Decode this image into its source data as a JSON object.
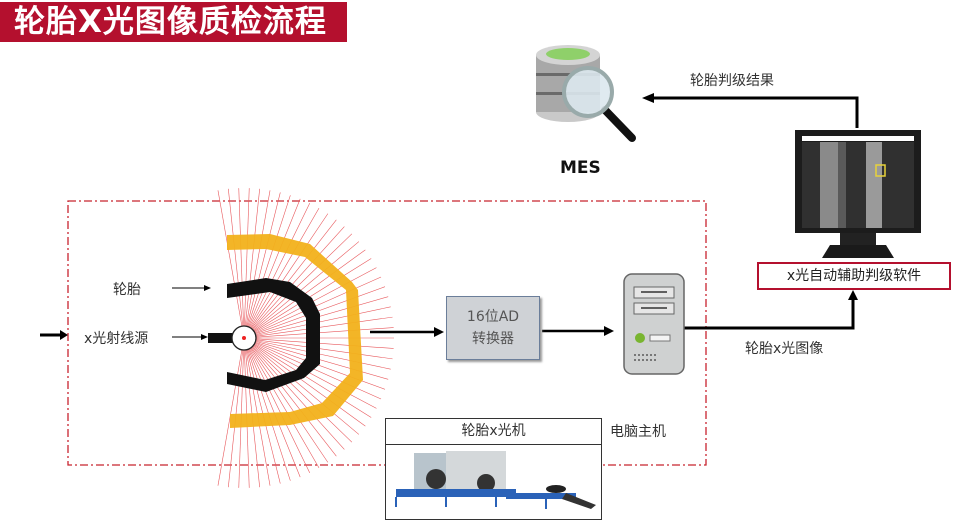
{
  "title": "轮胎X光图像质检流程",
  "mes": {
    "label": "MES",
    "icon": "database-search-icon"
  },
  "arrows": {
    "result_label": "轮胎判级结果",
    "image_label": "轮胎x光图像"
  },
  "software": {
    "label": "x光自动辅助判级软件",
    "icon": "monitor-icon"
  },
  "xray_section": {
    "tire_label": "轮胎",
    "source_label": "x光射线源"
  },
  "ad_converter": {
    "line1": "16位AD",
    "line2": "转换器"
  },
  "computer": {
    "label": "电脑主机",
    "icon": "computer-tower-icon"
  },
  "machine": {
    "label": "轮胎x光机",
    "icon": "xray-machine-icon"
  },
  "colors": {
    "brand_red": "#b4102e",
    "tire_orange": "#f2b11b",
    "ray_red": "#e8585c",
    "dashed_border": "#c8242f"
  }
}
